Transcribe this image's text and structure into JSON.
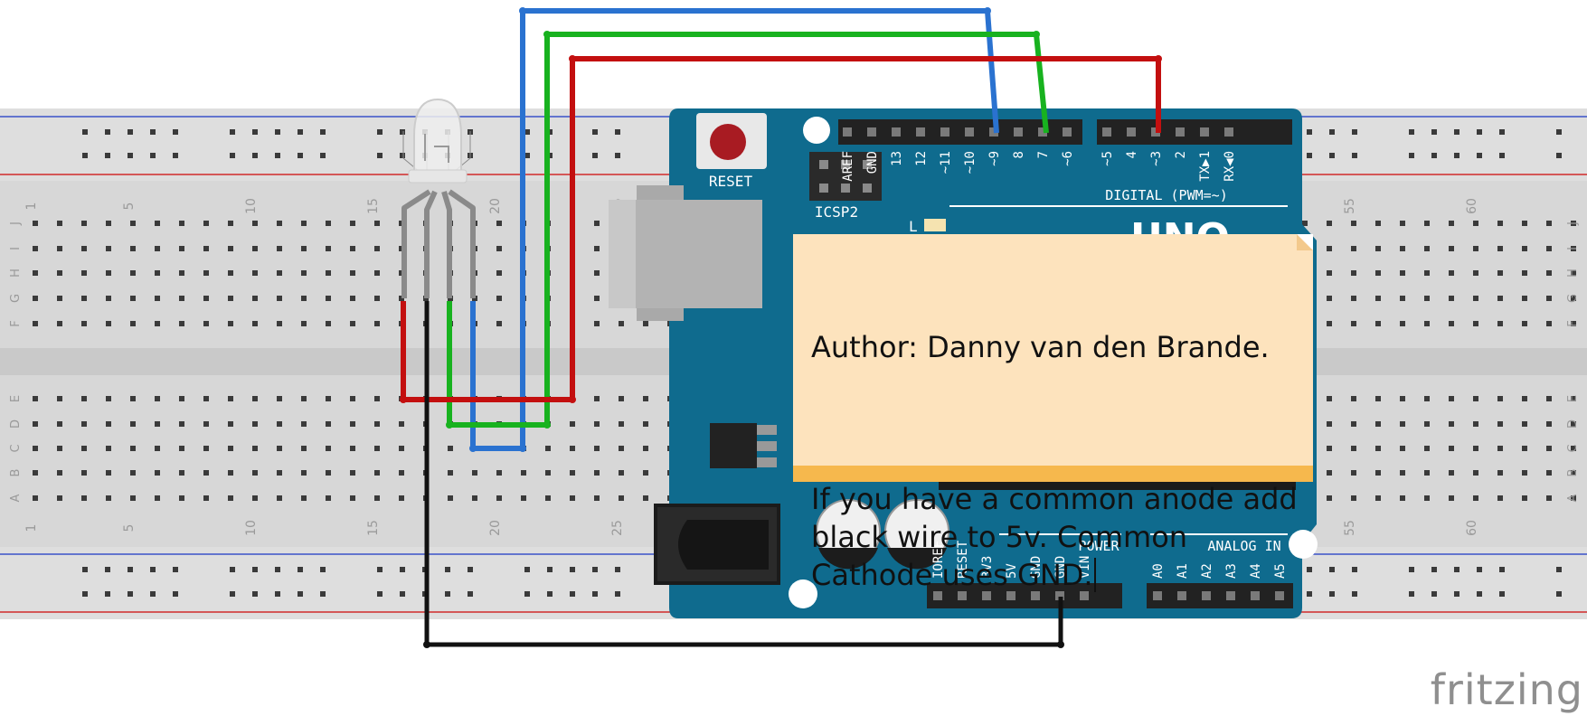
{
  "board": {
    "reset_label": "RESET",
    "icsp_label": "ICSP2",
    "l_label": "L",
    "logo_text": "UNO",
    "digital_label": "DIGITAL (PWM=~)",
    "power_label": "POWER",
    "analog_label": "ANALOG IN",
    "digital_pins": [
      "AREF",
      "GND",
      "13",
      "12",
      "~11",
      "~10",
      "~9",
      "8",
      "7",
      "~6",
      "~5",
      "4",
      "~3",
      "2",
      "TX▶1",
      "RX◀0"
    ],
    "power_pins": [
      "IOREF",
      "RESET",
      "3V3",
      "5V",
      "GND",
      "GND",
      "VIN"
    ],
    "analog_pins": [
      "A0",
      "A1",
      "A2",
      "A3",
      "A4",
      "A5"
    ]
  },
  "breadboard": {
    "column_numbers": [
      "1",
      "5",
      "10",
      "15",
      "20",
      "25",
      "55",
      "60"
    ],
    "top_row_letters": [
      "J",
      "I",
      "H",
      "G",
      "F"
    ],
    "bottom_row_letters": [
      "E",
      "D",
      "C",
      "B",
      "A"
    ]
  },
  "note": {
    "line1": "Author: Danny van den Brande.",
    "line2": "If you have a common anode add black wire to 5v. Common Cathode uses GND."
  },
  "brand": "fritzing",
  "colors": {
    "board": "#0f6b8e",
    "red_wire": "#c30f0f",
    "green_wire": "#18b21f",
    "blue_wire": "#2a72d0",
    "black_wire": "#111111",
    "breadboard": "#d7d7d7",
    "rail_red": "#d02a2a",
    "rail_blue": "#3a52c8"
  }
}
